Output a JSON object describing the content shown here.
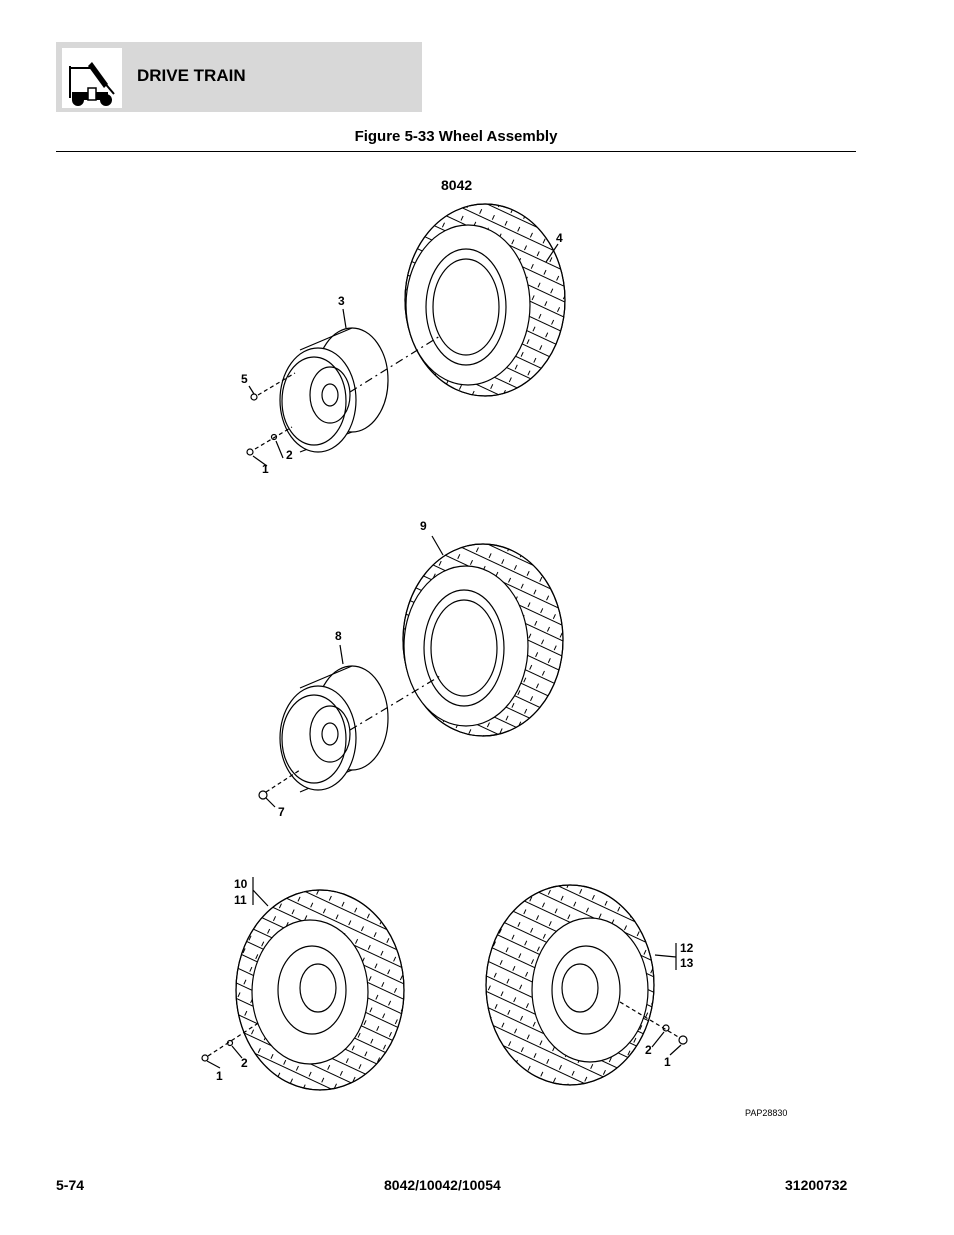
{
  "header": {
    "title": "DRIVE TRAIN",
    "icon": "scissor-lift-icon"
  },
  "figure": {
    "title": "Figure 5-33 Wheel Assembly",
    "model": "8042"
  },
  "callouts": {
    "c1a": "1",
    "c2a": "2",
    "c3": "3",
    "c4": "4",
    "c5": "5",
    "c7": "7",
    "c8": "8",
    "c9": "9",
    "c10": "10",
    "c11": "11",
    "c12": "12",
    "c13": "13",
    "c1b": "1",
    "c2b": "2",
    "c1c": "1",
    "c2c": "2"
  },
  "drawing_id": "PAP28830",
  "footer": {
    "page": "5-74",
    "models": "8042/10042/10054",
    "doc_number": "31200732"
  }
}
